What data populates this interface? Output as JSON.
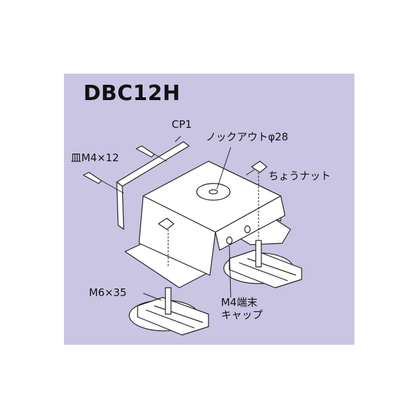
{
  "diagram": {
    "title": "DBC12H",
    "labels": {
      "cp1": "CP1",
      "knockout": "ノックアウトφ28",
      "dish_screw": "皿M4×12",
      "wing_nut": "ちょうナット",
      "bolt": "M6×35",
      "end_cap_line1": "M4端末",
      "end_cap_line2": "キャップ"
    }
  },
  "colors": {
    "background": "#c9c5e3",
    "metal": "#ffffff",
    "line": "#222222"
  }
}
